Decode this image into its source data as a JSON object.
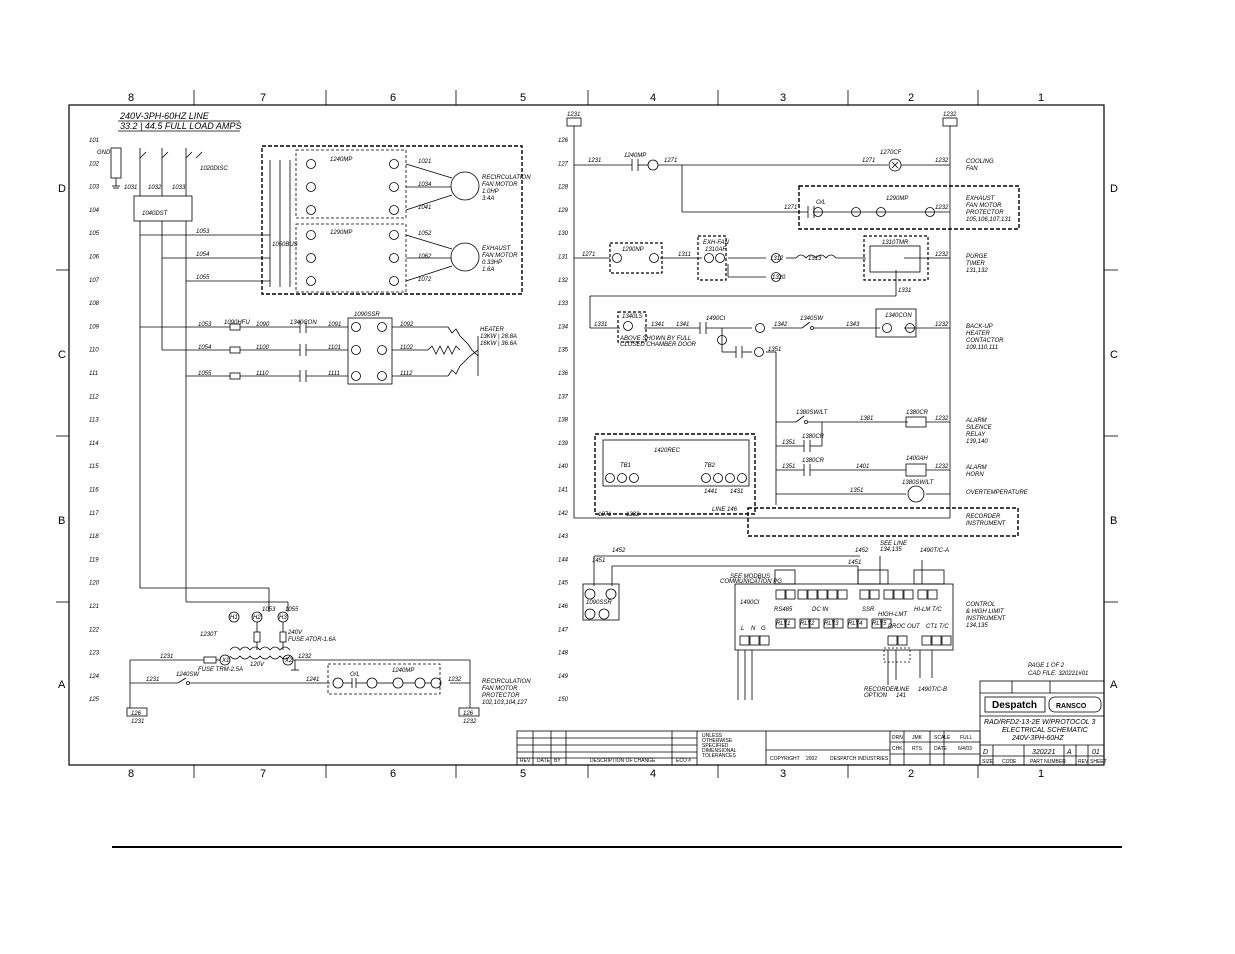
{
  "header": {
    "line1": "240V-3PH-60HZ LINE",
    "line2": "33.2 | 44.5 FULL LOAD AMPS"
  },
  "zones": {
    "columns": [
      "8",
      "7",
      "6",
      "5",
      "4",
      "3",
      "2",
      "1"
    ],
    "rows": [
      "D",
      "C",
      "B",
      "A"
    ]
  },
  "left_rows": [
    "101",
    "102",
    "103",
    "104",
    "105",
    "106",
    "107",
    "108",
    "109",
    "110",
    "111",
    "112",
    "113",
    "114",
    "115",
    "116",
    "117",
    "118",
    "119",
    "120",
    "121",
    "122",
    "123",
    "124",
    "125"
  ],
  "right_rows": [
    "126",
    "127",
    "128",
    "129",
    "130",
    "131",
    "132",
    "133",
    "134",
    "135",
    "136",
    "137",
    "138",
    "139",
    "140",
    "141",
    "142",
    "143",
    "144",
    "145",
    "146",
    "147",
    "148",
    "149",
    "150"
  ],
  "left": {
    "gnd": "GND",
    "disc": "1020DISC",
    "wires_top": [
      "1031",
      "1032",
      "1033"
    ],
    "dist": "1040DST",
    "bus": "1050BUS",
    "mp1": "1240MP",
    "mp2": "1290MP",
    "recirc": [
      "RECIRCULATION",
      "FAN MOTOR",
      "1.0HP",
      "3.4A"
    ],
    "exhaust": [
      "EXHAUST",
      "FAN MOTOR",
      "0.33HP",
      "1.6A"
    ],
    "w1021": "1021",
    "w1034": "1034",
    "w1041": "1041",
    "w1052": "1052",
    "w1062": "1062",
    "w1072": "1072",
    "w1053": "1053",
    "w1054": "1054",
    "w1055": "1055",
    "hfu": "1090HFU",
    "w1080": "1090",
    "w1100": "1100",
    "w1110": "1110",
    "con": "1340CON",
    "w1091": "1091",
    "w1101": "1101",
    "w1111": "1111",
    "ssr": "1090SSR",
    "w1092": "1092",
    "w1102": "1102",
    "w1112": "1112",
    "heater": [
      "HEATER",
      "13KW | 28.8A",
      "16KW | 36.6A"
    ],
    "ct": "1230T",
    "w1053b": "1053",
    "w1055b": "1055",
    "fuse_ctrl": [
      "240V",
      "FUSE ATOR-1.6A"
    ],
    "v120": "120V",
    "fuse_trm": "FUSE TRM-2.5A",
    "sw": "1240SW",
    "w1231": "1231",
    "w1232": "1232",
    "w1241": "1241",
    "ol": "O/L",
    "mp3": "1240MP",
    "protector": [
      "RECIRCULATION",
      "FAN MOTOR",
      "PROTECTOR",
      "102,103,104,127"
    ],
    "term_a": [
      "126",
      "1231"
    ],
    "term_b": [
      "126",
      "1232"
    ],
    "h1": "H1",
    "h2": "H2",
    "h3": "H3",
    "x1": "X1",
    "x2": "X2"
  },
  "right": {
    "top_wire_a": "1231",
    "top_wire_b": "1232",
    "r127": {
      "w1": "1231",
      "mp": "1240MP",
      "w2": "1271",
      "w3": "1271",
      "cf": "1270CF",
      "w4": "1232",
      "desc": [
        "COOLING",
        "FAN"
      ]
    },
    "r129": {
      "w1": "1271",
      "ol": "O/L",
      "mp": "1290MP",
      "w2": "1232",
      "desc": [
        "EXHAUST",
        "FAN MOTOR",
        "PROTECTOR",
        "105,106,107,131"
      ]
    },
    "r131": {
      "w1": "1271",
      "np": "1290NP",
      "w2": "1311",
      "exh": "EXH-FAN",
      "exh2": "1310AF",
      "w3": "1312",
      "w4": "1313",
      "w5": "1320",
      "tmr": "1310TMR",
      "w6": "1232",
      "w7": "1331",
      "desc": [
        "PURGE",
        "TIMER",
        "131,132"
      ]
    },
    "r134": {
      "w1": "1331",
      "ls": "1340LS",
      "w2": "1341",
      "w3": "1341",
      "ci": "1490CI",
      "w4": "1342",
      "sw": "1340SW",
      "w5": "1343",
      "con": "1340CON",
      "w6": "1232",
      "note": [
        "ABOVE SHOWN BY FULL",
        "CLOSED CHAMBER DOOR"
      ],
      "desc": [
        "BACK-UP",
        "HEATER",
        "CONTACTOR",
        "109,110,111"
      ],
      "w7": "1351"
    },
    "r139": {
      "sw": "1380SW/LT",
      "w1": "1381",
      "cr": "1380CR",
      "w2": "1232",
      "desc": [
        "ALARM",
        "SILENCE",
        "RELAY",
        "139,140"
      ]
    },
    "r140": {
      "w1": "1351",
      "cr": "1380CR"
    },
    "r141": {
      "w1": "1351",
      "cr": "1380CR",
      "w2": "1401",
      "ah": "1400AH",
      "w3": "1232",
      "desc": [
        "ALARM",
        "HORN"
      ]
    },
    "r142": {
      "sw": "1380SW/LT",
      "w1": "1351",
      "desc": [
        "OVERTEMPERATURE"
      ]
    },
    "rec": {
      "id": "1420REC",
      "tb1": "TB1",
      "tb2": "TB2",
      "w1": "1271",
      "w2": "1232",
      "w3": "1441",
      "w4": "1431",
      "line": "LINE 146",
      "desc": [
        "RECORDER",
        "INSTRUMENT"
      ]
    },
    "ctrl": {
      "w1": "1451",
      "w2": "1452",
      "w3": "1452",
      "w4": "1451",
      "ssr": "1090SSR",
      "modbus": [
        "SEE MODBUS",
        "COMMUNICATION PG"
      ],
      "see": [
        "SEE LINE",
        "134,135"
      ],
      "tc": "1490T/C-A",
      "ci": "1490CI",
      "rs": "RS485",
      "dc": "DC IN",
      "ssr2": "SSR",
      "hlm": "HI-LM T/C",
      "hlmt": "HIGH-LMT",
      "l": "L",
      "n": "N",
      "g": "G",
      "rly": [
        "RLY1",
        "RLY2",
        "RLY3",
        "RLY4",
        "RLY5"
      ],
      "proc": "PROC OUT",
      "ct": "CT1 T/C",
      "desc": [
        "CONTROL",
        "& HIGH LIMIT",
        "INSTRUMENT",
        "134,135"
      ],
      "w5": "1271",
      "w6": "1232",
      "rec_opt": [
        "RECORDER",
        "OPTION"
      ],
      "line": [
        "LINE",
        "141"
      ],
      "tc2": "1490T/C-B"
    }
  },
  "title_block": {
    "page": "PAGE 1 OF 2",
    "cad": "CAD FILE: 320221#01",
    "drawing_title": [
      "RAD/RFD2-13-2E W/PROTOCOL 3",
      "ELECTRICAL SCHEMATIC",
      "240V-3PH-60HZ"
    ],
    "company": "Despatch",
    "partner": "RANSCO",
    "size": "D",
    "part_number": "320221",
    "rev": "A",
    "sheet": "01",
    "copyright": "COPYRIGHT",
    "year": "2002",
    "owner": "DESPATCH INDUSTRIES",
    "drawn": "DRN",
    "drawn_by": "JMK",
    "checked": "CHK",
    "checked_by": "RTS",
    "scale": "SCALE",
    "scale_val": "FULL",
    "date": "DATE",
    "date_val": "6/4/03",
    "rev_cols": [
      "REV",
      "DATE",
      "BY",
      "DESCRIPTION OF CHANGE",
      "ECO #"
    ],
    "size_lbl": "SIZE",
    "code_lbl": "CODE",
    "pn_lbl": "PART NUMBER",
    "rev_lbl": "REV",
    "sheet_lbl": "SHEET",
    "notes": [
      "UNLESS",
      "OTHERWISE",
      "SPECIFIED",
      "DIMENSIONAL",
      "TOLERANCES"
    ]
  },
  "colors": {
    "ink": "#000000",
    "paper": "#ffffff"
  }
}
